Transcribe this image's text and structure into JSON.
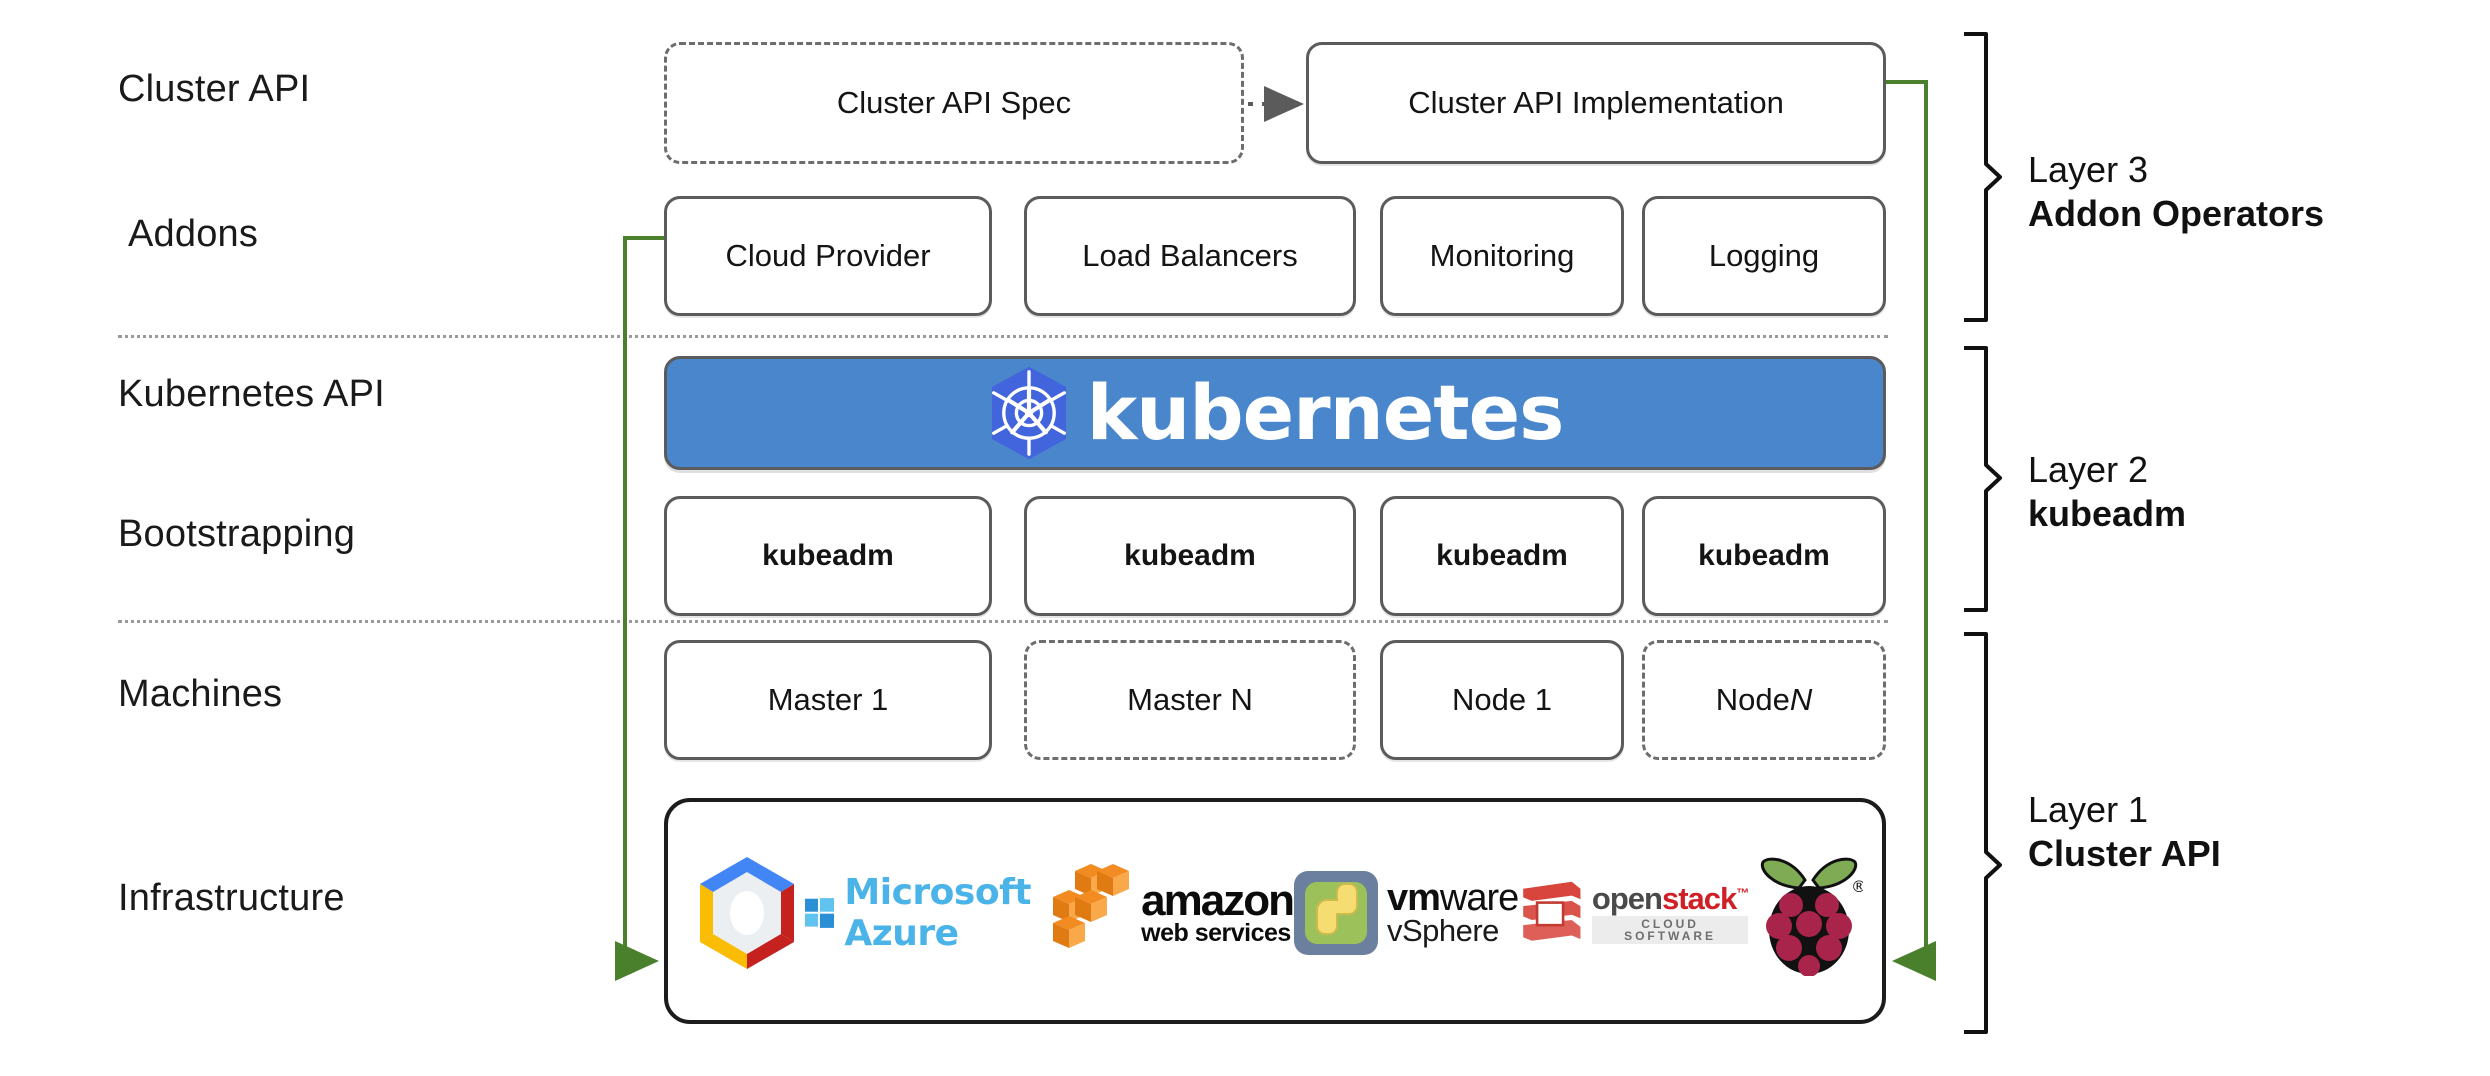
{
  "diagram": {
    "title": "Kubernetes Cluster API layered architecture",
    "accent_green": "#4a7f2c",
    "kubernetes_blue": "#4a86cc",
    "box_border": "#5b5b5b",
    "rule_color": "#9a9a9a"
  },
  "row_labels": [
    {
      "id": "cluster-api",
      "text": "Cluster API"
    },
    {
      "id": "addons",
      "text": "Addons"
    },
    {
      "id": "kubernetes-api",
      "text": "Kubernetes API"
    },
    {
      "id": "bootstrapping",
      "text": "Bootstrapping"
    },
    {
      "id": "machines",
      "text": "Machines"
    },
    {
      "id": "infrastructure",
      "text": "Infrastructure"
    }
  ],
  "cluster_api_row": {
    "spec": "Cluster API Spec",
    "implementation": "Cluster API Implementation",
    "arrow": "dotted-arrow-right"
  },
  "addons_row": [
    "Cloud Provider",
    "Load Balancers",
    "Monitoring",
    "Logging"
  ],
  "kubernetes_banner": {
    "wordmark": "kubernetes",
    "logo_name": "kubernetes-helm-wheel-logo"
  },
  "bootstrapping_row": [
    "kubeadm",
    "kubeadm",
    "kubeadm",
    "kubeadm"
  ],
  "machines_row": [
    {
      "label": "Master 1",
      "label_prefix": "Master 1",
      "label_italic": "",
      "style": "solid"
    },
    {
      "label": "Master N",
      "label_prefix": "Master N",
      "label_italic": "",
      "style": "dashed"
    },
    {
      "label": "Node 1",
      "label_prefix": "Node 1",
      "label_italic": "",
      "style": "solid"
    },
    {
      "label": "Node N",
      "label_prefix": "Node ",
      "label_italic": "N",
      "style": "dashed"
    }
  ],
  "infrastructure_logos": [
    {
      "name": "google-cloud-platform-logo",
      "text": ""
    },
    {
      "name": "microsoft-azure-logo",
      "text": "Microsoft Azure"
    },
    {
      "name": "amazon-web-services-logo",
      "text": "amazon",
      "subtext": "web services"
    },
    {
      "name": "vmware-vsphere-logo",
      "text": "vmware",
      "text_bold": "vm",
      "text_light": "ware",
      "subtext": "vSphere"
    },
    {
      "name": "openstack-logo",
      "text": "openstack",
      "text_a": "open",
      "text_b": "stack",
      "subtext": "CLOUD SOFTWARE"
    },
    {
      "name": "raspberry-pi-logo",
      "text": ""
    }
  ],
  "layers": [
    {
      "id": "layer-3",
      "line1": "Layer 3",
      "line2": "Addon Operators"
    },
    {
      "id": "layer-2",
      "line1": "Layer 2",
      "line2": "kubeadm"
    },
    {
      "id": "layer-1",
      "line1": "Layer 1",
      "line2": "Cluster API"
    }
  ]
}
